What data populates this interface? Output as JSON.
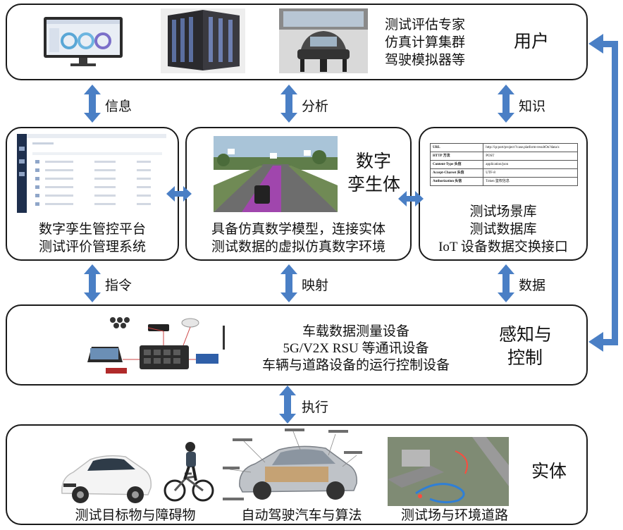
{
  "user": {
    "lines": [
      "测试评估专家",
      "仿真计算集群",
      "驾驶模拟器等"
    ],
    "title": "用户"
  },
  "twin": {
    "title_line1": "数字",
    "title_line2": "孪生体",
    "desc_line1": "具备仿真数学模型，连接实体",
    "desc_line2": "测试数据的虚拟仿真数字环境"
  },
  "platform": {
    "line1": "数字孪生管控平台",
    "line2": "测试评价管理系统"
  },
  "library": {
    "line1": "测试场景库",
    "line2": "测试数据库",
    "line3": "IoT 设备数据交换接口",
    "table": [
      [
        "URL",
        "http://ip:port/project/?case.platform-resultOn?data/x"
      ],
      [
        "HTTP 方法",
        "POST"
      ],
      [
        "Content-Type 头信",
        "application/json"
      ],
      [
        "Accept-Charset 头信",
        "UTF-8"
      ],
      [
        "Authorization 头信",
        "Token 鉴权信息"
      ]
    ]
  },
  "sensing": {
    "lines": [
      "车载数据测量设备",
      "5G/V2X RSU 等通讯设备",
      "车辆与道路设备的运行控制设备"
    ],
    "title_line1": "感知与",
    "title_line2": "控制"
  },
  "entity": {
    "title": "实体",
    "captions": [
      "测试目标物与障碍物",
      "自动驾驶汽车与算法",
      "测试场与环境道路"
    ]
  },
  "arrows": {
    "info": "信息",
    "analysis": "分析",
    "knowledge": "知识",
    "command": "指令",
    "mapping": "映射",
    "data": "数据",
    "execute": "执行"
  },
  "colors": {
    "arrow": "#4a7fc5",
    "box_border": "#1a1a1a"
  }
}
